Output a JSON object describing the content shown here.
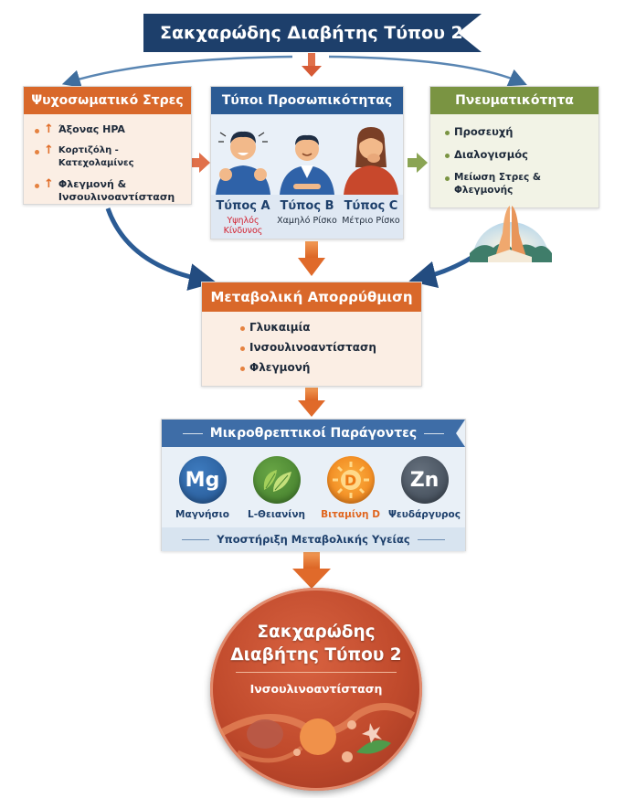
{
  "title": "Σακχαρώδης Διαβήτης Τύπου 2",
  "stress": {
    "title": "Ψυχοσωματικό Στρες",
    "items": [
      {
        "icon": "up-arrow-icon",
        "text": "Άξονας HPA"
      },
      {
        "icon": "up-arrow-icon",
        "text": "Κορτιζόλη - Κατεχολαμίνες"
      },
      {
        "icon": "up-arrow-icon",
        "text": "Φλεγμονή & Ινσουλινοαντίσταση"
      }
    ]
  },
  "personality": {
    "title": "Τύποι Προσωπικότητας",
    "types": [
      {
        "name": "Τύπος A",
        "risk": "Υψηλός Κίνδυνος",
        "risk_color": "#d2202f"
      },
      {
        "name": "Τύπος B",
        "risk": "Χαμηλό Ρίσκο",
        "risk_color": "#1e2a3a"
      },
      {
        "name": "Τύπος C",
        "risk": "Μέτριο Ρίσκο",
        "risk_color": "#1e2a3a"
      }
    ]
  },
  "spirituality": {
    "title": "Πνευματικότητα",
    "items": [
      "Προσευχή",
      "Διαλογισμός",
      "Μείωση Στρες & Φλεγμονής"
    ]
  },
  "metabolic": {
    "title": "Μεταβολική Απορρύθμιση",
    "items": [
      "Γλυκαιμία",
      "Ινσουλινοαντίσταση",
      "Φλεγμονή"
    ]
  },
  "micronutrients": {
    "title": "Μικροθρεπτικοί Παράγοντες",
    "items": [
      {
        "symbol": "Mg",
        "label": "Μαγνήσιο",
        "color": "#2d62a3",
        "label_color": "#1d3f6b"
      },
      {
        "symbol": "",
        "icon": "leaf-icon",
        "label": "L-Θειανίνη",
        "color": "#4f8a34",
        "label_color": "#1d3f6b"
      },
      {
        "symbol": "D",
        "icon": "sun-icon",
        "label": "Βιταμίνη D",
        "color": "#f08a1c",
        "label_color": "#e0651e"
      },
      {
        "symbol": "Zn",
        "label": "Ψευδάργυρος",
        "color": "#4a5562",
        "label_color": "#1d3f6b"
      }
    ],
    "footer": "Υποστήριξη Μεταβολικής Υγείας"
  },
  "result": {
    "title_line1": "Σακχαρώδης",
    "title_line2": "Διαβήτης Τύπου 2",
    "subtitle": "Ινσουλινοαντίσταση"
  },
  "colors": {
    "navy": "#1d3f6b",
    "orange": "#d9682a",
    "blue": "#2b5b94",
    "green": "#7a9442",
    "red": "#c04a2c"
  }
}
